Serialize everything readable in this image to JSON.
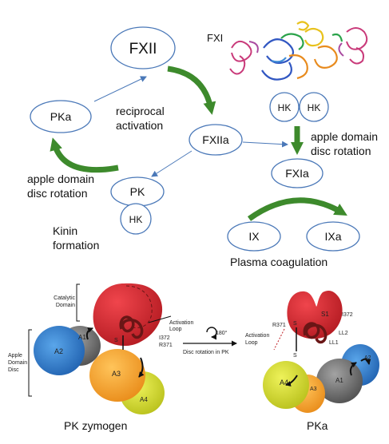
{
  "top": {
    "nodes": {
      "fxii": "FXII",
      "fxi": "FXI",
      "pka": "PKa",
      "fxiia": "FXIIa",
      "hk_left": "HK",
      "hk_right": "HK",
      "fxia": "FXIa",
      "pk": "PK",
      "hk_pk": "HK",
      "ix": "IX",
      "ixa": "IXa"
    },
    "labels": {
      "reciprocal_activation_1": "reciprocal",
      "reciprocal_activation_2": "activation",
      "apple_domain_right_1": "apple domain",
      "apple_domain_right_2": "disc rotation",
      "apple_domain_left_1": "apple domain",
      "apple_domain_left_2": "disc rotation",
      "kinin_1": "Kinin",
      "kinin_2": "formation",
      "plasma_coagulation": "Plasma coagulation"
    }
  },
  "bottom": {
    "left": {
      "catalytic_domain_1": "Catalytic",
      "catalytic_domain_2": "Domain",
      "apple_domain_disc_1": "Apple",
      "apple_domain_disc_2": "Domain",
      "apple_domain_disc_3": "Disc",
      "activation_loop_1": "Activation",
      "activation_loop_2": "Loop",
      "i372": "I372",
      "r371": "R371",
      "a1": "A1",
      "a2": "A2",
      "a3": "A3",
      "a4": "A4",
      "s": "S",
      "caption": "PK zymogen"
    },
    "middle": {
      "rotation": "180°",
      "disc_rotation": "Disc rotation in PK"
    },
    "right": {
      "s1": "S1",
      "i372": "I372",
      "r371": "R371",
      "ll1": "LL1",
      "ll2": "LL2",
      "activation_loop_1": "Activation",
      "activation_loop_2": "Loop",
      "a1": "A1",
      "a2": "A2",
      "a3": "A3",
      "a4": "A4",
      "s_top": "S",
      "s_bottom": "S",
      "caption": "PKa"
    }
  },
  "colors": {
    "node_outline": "#4a78b8",
    "green_arrow": "#3d8a2c",
    "a1_grey": "#777777",
    "a2_blue": "#2c79c6",
    "a3_orange": "#f3a531",
    "a4_yellow": "#d8e02a",
    "catalytic_red": "#d42a30",
    "loop_dark_red": "#6a1616"
  }
}
